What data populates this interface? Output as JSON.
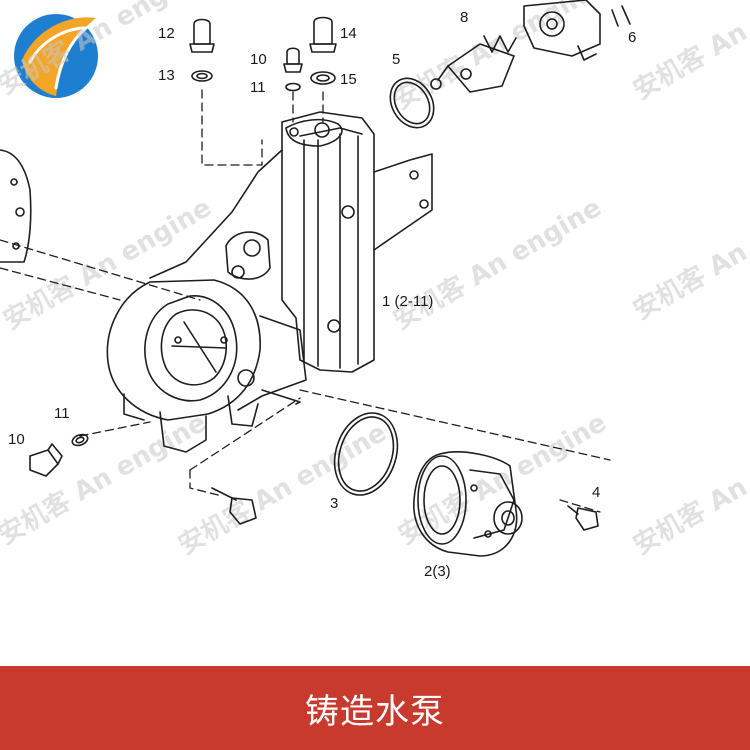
{
  "diagram": {
    "watermark": "安机客 An engine",
    "part_labels": [
      "12",
      "14",
      "8",
      "13",
      "10",
      "5",
      "11",
      "15",
      "1 (2-11)",
      "11",
      "10",
      "3",
      "4",
      "2(3)"
    ],
    "partial_label": "6"
  },
  "banner": {
    "title": "铸造水泵",
    "color": "#c83a2e"
  },
  "logo": {
    "icon": "brand-logo-icon"
  }
}
